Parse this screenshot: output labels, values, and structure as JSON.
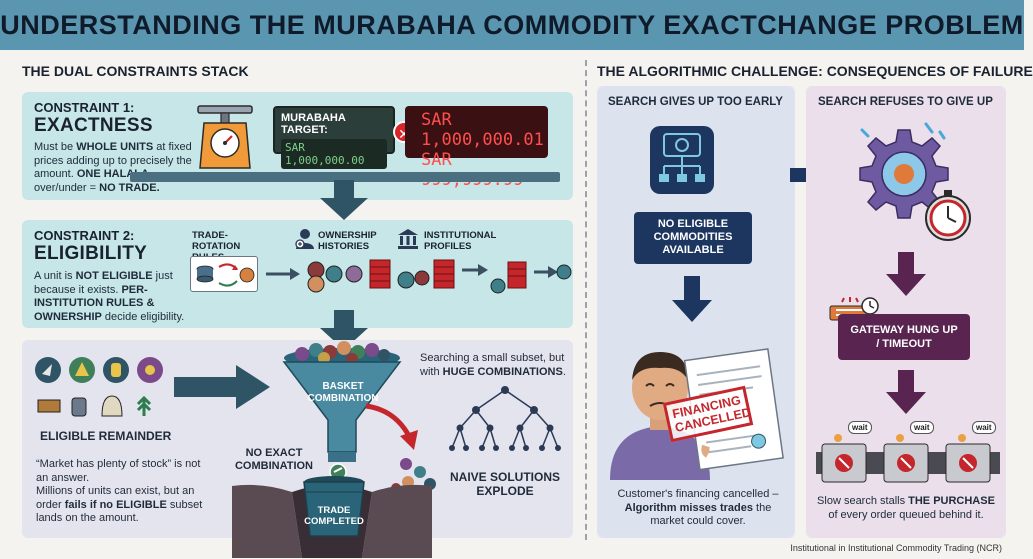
{
  "title": "UNDERSTANDING THE MURABAHA COMMODITY EXACTCHANGE PROBLEM",
  "left": {
    "heading": "THE DUAL CONSTRAINTS STACK",
    "c1": {
      "label": "CONSTRAINT 1:",
      "name": "EXACTNESS",
      "t1": "Must be ",
      "b1": "WHOLE UNITS",
      "t2": " at fixed prices adding up to precisely the amount. ",
      "b2": "ONE HALALA",
      "t3": " over/under = ",
      "b3": "NO TRADE."
    },
    "target_label": "MURABAHA TARGET:",
    "target_value": "SAR 1,000,000.00",
    "over_value": "SAR 1,000,000.01",
    "under_value": "SAR 999,999.99",
    "c2": {
      "label": "CONSTRAINT 2:",
      "name": "ELIGIBILITY",
      "t1": "A unit is ",
      "b1": "NOT ELIGIBLE",
      "t2": " just because it exists. ",
      "b2": "PER-INSTITUTION RULES & OWNERSHIP",
      "t3": " decide eligibility."
    },
    "rules": [
      "TRADE-ROTATION RULES",
      "OWNERSHIP HISTORIES",
      "INSTITUTIONAL PROFILES"
    ],
    "eligible_remainder": "ELIGIBLE REMAINDER",
    "quote_t1": "“Market has plenty of stock” is not an answer.",
    "quote_t2": "Millions of units can exist, but an order ",
    "quote_b1": "fails if no ELIGIBLE",
    "quote_t3": " subset lands on the amount.",
    "basket": "BASKET COMBINATION",
    "no_exact": "NO EXACT COMBINATION",
    "trade_completed": "TRADE COMPLETED",
    "search_t1": "Searching a small subset, but with ",
    "search_b1": "HUGE COMBINATIONS",
    "search_t2": ".",
    "naive": "NAIVE SOLUTIONS EXPLODE"
  },
  "right": {
    "heading": "THE ALGORITHMIC CHALLENGE: CONSEQUENCES OF FAILURE",
    "early": {
      "title": "SEARCH GIVES UP TOO EARLY",
      "box": "NO ELIGIBLE COMMODITIES AVAILABLE",
      "stamp": "FINANCING CANCELLED",
      "t1": "Customer's financing cancelled – ",
      "b1": "Algorithm misses trades",
      "t2": " the market could cover."
    },
    "refuse": {
      "title": "SEARCH REFUSES TO GIVE UP",
      "box": "GATEWAY HUNG UP / TIMEOUT",
      "wait": "wait",
      "t1": "Slow search stalls ",
      "b1": "THE PURCHASE",
      "t2": " of every order queued behind it."
    }
  },
  "footer": "Institutional in Institutional Commodity Trading (NCR)",
  "colors": {
    "title_bar": "#5b96b0",
    "teal_panel": "#c6e6e8",
    "navy": "#1d3660",
    "plum": "#5a2450",
    "arrow": "#2e5466",
    "red": "#c4262c"
  }
}
